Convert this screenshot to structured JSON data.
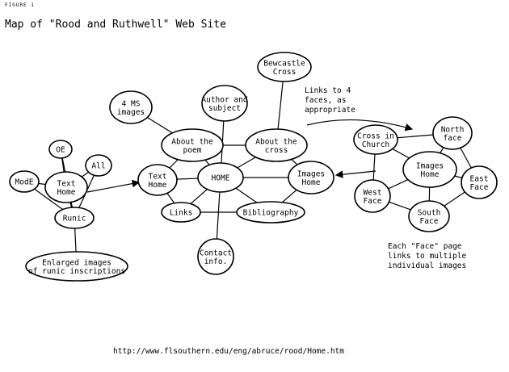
{
  "figure_label": "FIGURE 1",
  "title": "Map of \"Rood and Ruthwell\" Web Site",
  "nodes": [
    {
      "id": "oe",
      "label": "OE"
    },
    {
      "id": "mode",
      "label": "ModE"
    },
    {
      "id": "text-home-left",
      "label": "Text\nHome"
    },
    {
      "id": "all",
      "label": "All"
    },
    {
      "id": "runic",
      "label": "Runic"
    },
    {
      "id": "enlarged",
      "label": "Enlarged images\nof runic inscriptions"
    },
    {
      "id": "four-ms",
      "label": "4 MS\nimages"
    },
    {
      "id": "author",
      "label": "Author and\nsubject"
    },
    {
      "id": "bewcastle",
      "label": "Bewcastle\nCross"
    },
    {
      "id": "about-poem",
      "label": "About the\npoem"
    },
    {
      "id": "about-cross",
      "label": "About the\ncross"
    },
    {
      "id": "text-home-center",
      "label": "Text\nHome"
    },
    {
      "id": "home",
      "label": "HOME"
    },
    {
      "id": "images-home-center",
      "label": "Images\nHome"
    },
    {
      "id": "links",
      "label": "Links"
    },
    {
      "id": "bibliography",
      "label": "Bibliography"
    },
    {
      "id": "contact",
      "label": "Contact\ninfo."
    },
    {
      "id": "cross-church",
      "label": "Cross in\nChurch"
    },
    {
      "id": "north-face",
      "label": "North\nface"
    },
    {
      "id": "images-home-right",
      "label": "Images\nHome"
    },
    {
      "id": "east-face",
      "label": "East\nFace"
    },
    {
      "id": "west-face",
      "label": "West\nFace"
    },
    {
      "id": "south-face",
      "label": "South\nFace"
    }
  ],
  "annotations": {
    "links_note": "Links to 4\nfaces, as\nappropriate",
    "face_note": "Each \"Face\" page\nlinks to multiple\nindividual images"
  },
  "url": "http://www.flsouthern.edu/eng/abruce/rood/Home.htm"
}
